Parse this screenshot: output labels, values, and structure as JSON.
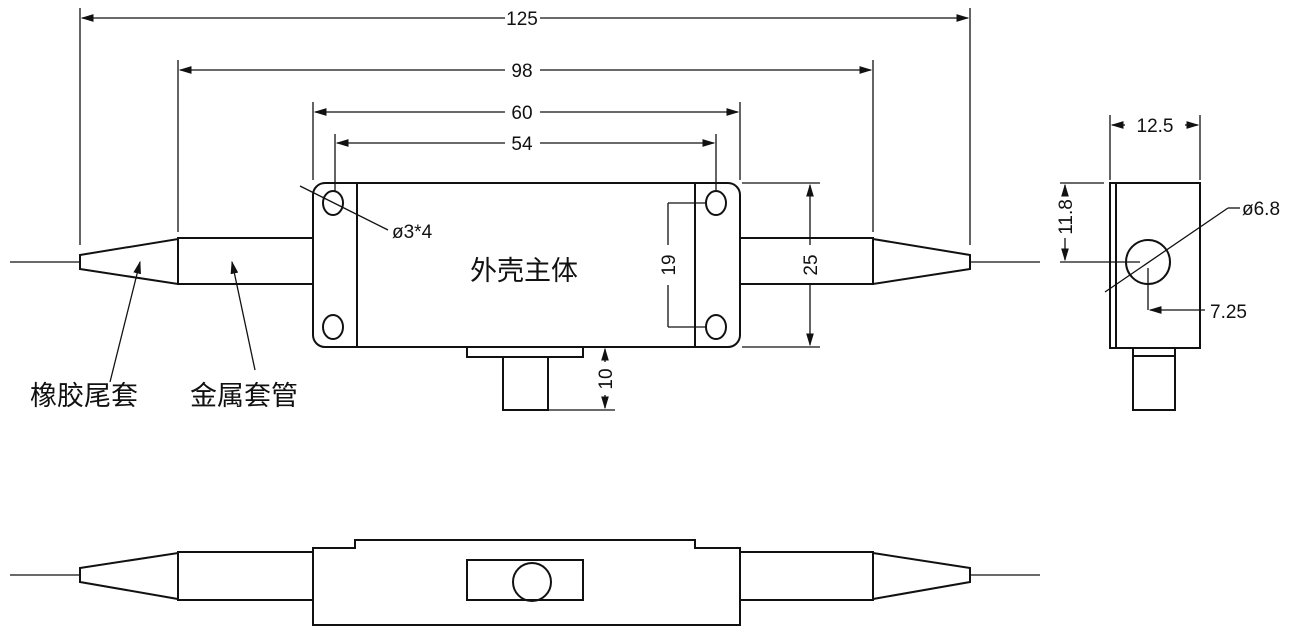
{
  "dimensions": {
    "overall_length": "125",
    "tube_span": "98",
    "body_length": "60",
    "hole_spacing_x": "54",
    "hole_spacing_y": "19",
    "body_height": "25",
    "connector_height": "10",
    "mount_hole": "ø3*4",
    "side_width": "12.5",
    "side_hole_height": "11.8",
    "side_hole_diameter": "ø6.8",
    "side_hole_offset": "7.25"
  },
  "labels": {
    "body": "外壳主体",
    "rubber_boot": "橡胶尾套",
    "metal_tube": "金属套管"
  }
}
